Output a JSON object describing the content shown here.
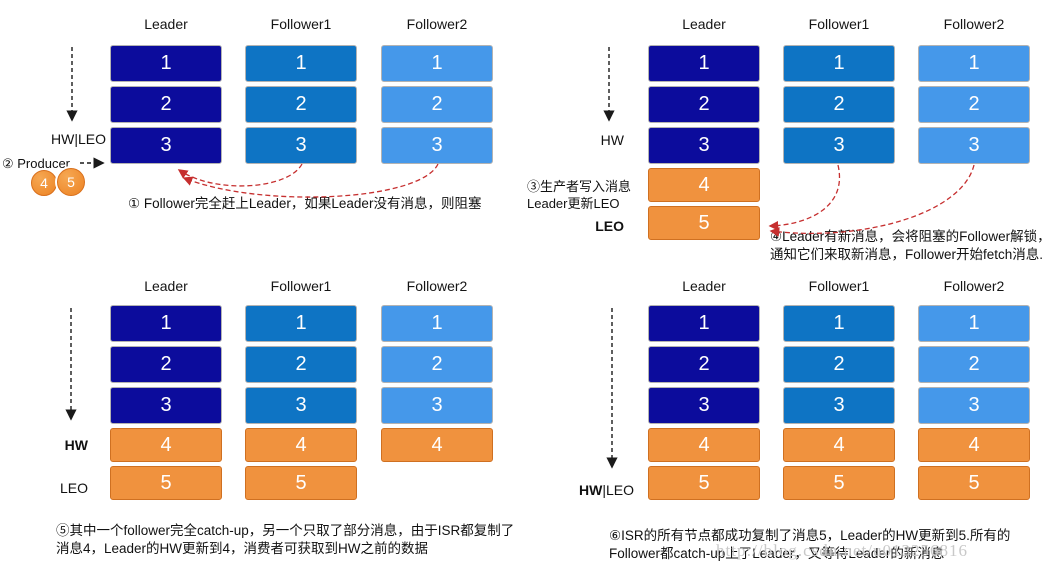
{
  "colors": {
    "leader_block": "#0c0c9c",
    "follower1_block": "#0e74c4",
    "follower2_block": "#4598ea",
    "new_message_block": "#f0923e",
    "new_message_border": "#cf7021",
    "fetch_arrow_red": "#c62f2f",
    "pointer_arrow_black": "#1a1a1a",
    "watermark_gray": "#c9c9c9"
  },
  "watermark_text": "http://blog.csdn.net/u013256816",
  "quadrants": [
    {
      "name": "step-1-2",
      "columns": [
        {
          "title": "Leader",
          "blocks": [
            "1",
            "2",
            "3"
          ]
        },
        {
          "title": "Follower1",
          "blocks": [
            "1",
            "2",
            "3"
          ]
        },
        {
          "title": "Follower2",
          "blocks": [
            "1",
            "2",
            "3"
          ]
        }
      ],
      "labels": {
        "hw_leo": "HW|LEO",
        "producer": "② Producer",
        "pending_messages": [
          "4",
          "5"
        ]
      },
      "caption": "① Follower完全赶上Leader，如果Leader没有消息，则阻塞"
    },
    {
      "name": "step-3-4",
      "columns": [
        {
          "title": "Leader",
          "blocks": [
            "1",
            "2",
            "3",
            "4",
            "5"
          ]
        },
        {
          "title": "Follower1",
          "blocks": [
            "1",
            "2",
            "3"
          ]
        },
        {
          "title": "Follower2",
          "blocks": [
            "1",
            "2",
            "3"
          ]
        }
      ],
      "labels": {
        "hw": "HW",
        "note_line1": "③生产者写入消息",
        "note_line2": "Leader更新LEO",
        "leo": "LEO"
      },
      "caption": "④Leader有新消息，会将阻塞的Follower解锁，通知它们来取新消息，Follower开始fetch消息."
    },
    {
      "name": "step-5",
      "columns": [
        {
          "title": "Leader",
          "blocks": [
            "1",
            "2",
            "3",
            "4",
            "5"
          ]
        },
        {
          "title": "Follower1",
          "blocks": [
            "1",
            "2",
            "3",
            "4",
            "5"
          ]
        },
        {
          "title": "Follower2",
          "blocks": [
            "1",
            "2",
            "3",
            "4"
          ]
        }
      ],
      "labels": {
        "hw": "HW",
        "leo": "LEO"
      },
      "caption": "⑤其中一个follower完全catch-up，另一个只取了部分消息，由于ISR都复制了消息4，Leader的HW更新到4，消费者可获取到HW之前的数据"
    },
    {
      "name": "step-6",
      "columns": [
        {
          "title": "Leader",
          "blocks": [
            "1",
            "2",
            "3",
            "4",
            "5"
          ]
        },
        {
          "title": "Follower1",
          "blocks": [
            "1",
            "2",
            "3",
            "4",
            "5"
          ]
        },
        {
          "title": "Follower2",
          "blocks": [
            "1",
            "2",
            "3",
            "4",
            "5"
          ]
        }
      ],
      "labels": {
        "hw": "HW",
        "leo_suffix": "|LEO"
      },
      "caption": "⑥ISR的所有节点都成功复制了消息5，Leader的HW更新到5.所有的Follower都catch-up上了Leader，又等待Leader的新消息"
    }
  ]
}
